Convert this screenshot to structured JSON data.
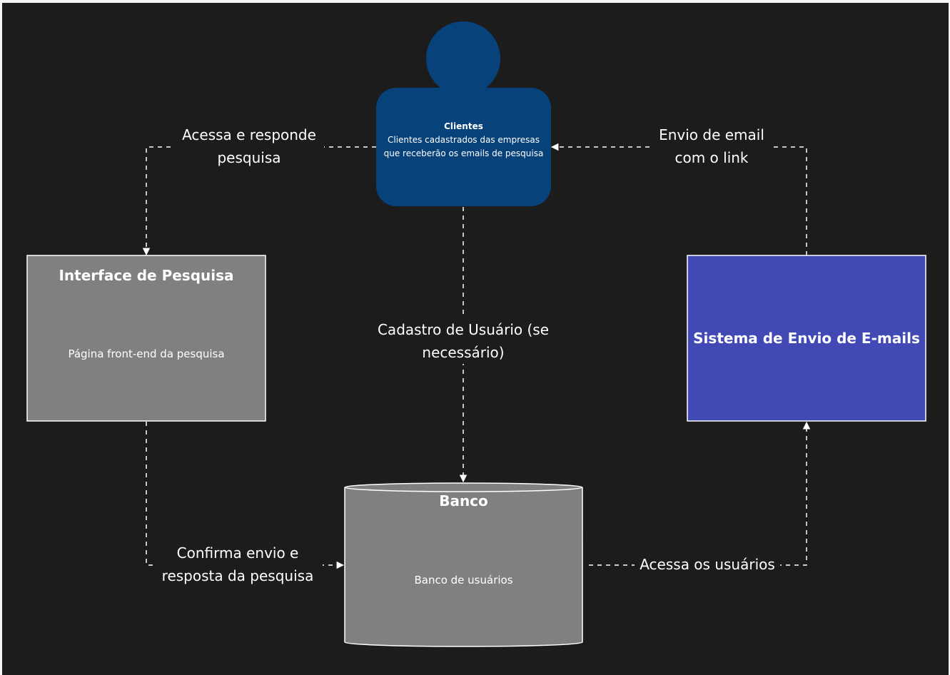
{
  "nodes": {
    "clientes": {
      "title": "Clientes",
      "description": "Clientes cadastrados das empresas que receberão os emails de pesquisa"
    },
    "interface": {
      "title": "Interface de Pesquisa",
      "description": "Página front-end da pesquisa"
    },
    "sistema": {
      "title": "Sistema de Envio de E-mails"
    },
    "banco": {
      "title": "Banco",
      "description": "Banco de usuários"
    }
  },
  "edges": {
    "acessa_responde": "Acessa e responde pesquisa",
    "envio_email": "Envio de email com o link",
    "cadastro": "Cadastro de Usuário (se necessário)",
    "confirma": "Confirma envio e resposta da pesquisa",
    "acessa_usuarios": "Acessa os usuários"
  },
  "colors": {
    "background": "#1c1c1c",
    "person": "#08427b",
    "system_gray": "#808080",
    "system_blue": "#4149b4",
    "line": "#ffffff"
  },
  "icons": [
    "person-icon",
    "database-cylinder-icon",
    "arrow-head-icon"
  ]
}
